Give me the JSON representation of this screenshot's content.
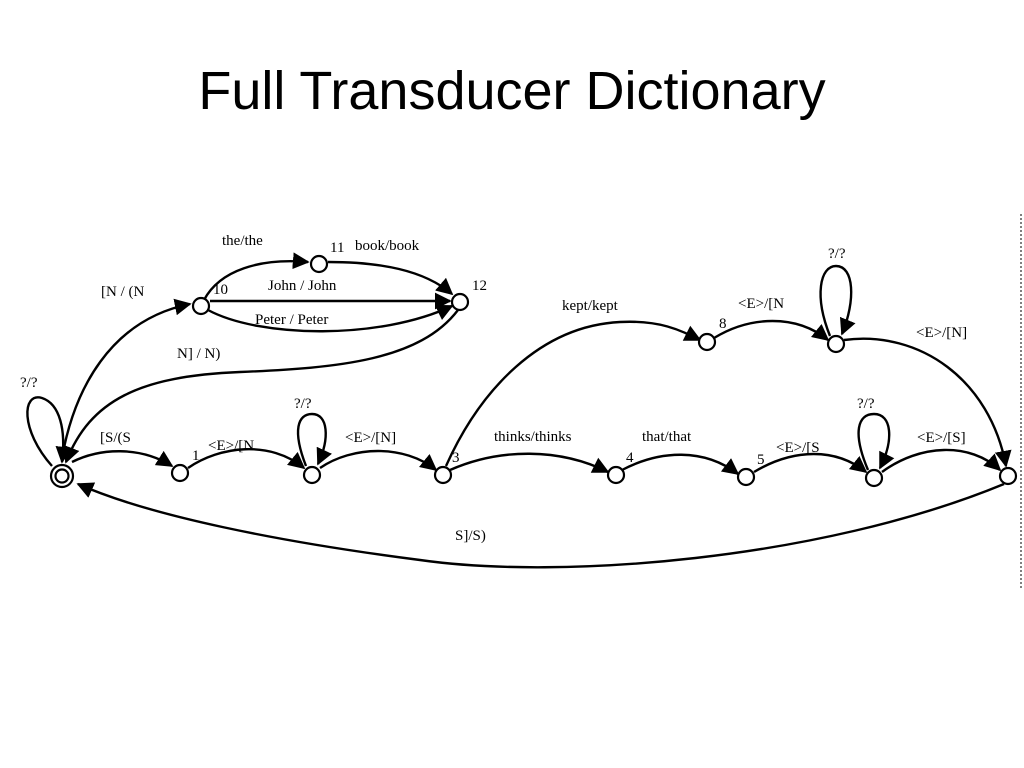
{
  "slide": {
    "title": "Full Transducer Dictionary"
  },
  "diagram": {
    "nodes": {
      "start": "",
      "n1": "1",
      "n2": "",
      "n3": "3",
      "n4": "4",
      "n5": "5",
      "n6": "",
      "n7": "",
      "n8": "8",
      "n9": "",
      "n10": "10",
      "n11": "11",
      "n12": "12"
    },
    "edges": {
      "loop_start": "?/?",
      "start_1": "[S/(S",
      "n1_n2": "<E>/[N",
      "loop_n2": "?/?",
      "n2_n3": "<E>/[N]",
      "n3_n4": "thinks/thinks",
      "n4_n5": "that/that",
      "n5_n6": "<E>/[S",
      "loop_n6": "?/?",
      "n6_n7": "<E>/[S]",
      "n7_start": "S]/S)",
      "start_n10": "[N / (N",
      "n10_n11": "the/the",
      "n11_n12": "book/book",
      "n10_n12_john": "John / John",
      "n10_n12_peter": "Peter / Peter",
      "n12_start": "N] / N)",
      "n3_n8": "kept/kept",
      "n8_n9": "<E>/[N",
      "loop_n9": "?/?",
      "n9_n7": "<E>/[N]"
    }
  }
}
